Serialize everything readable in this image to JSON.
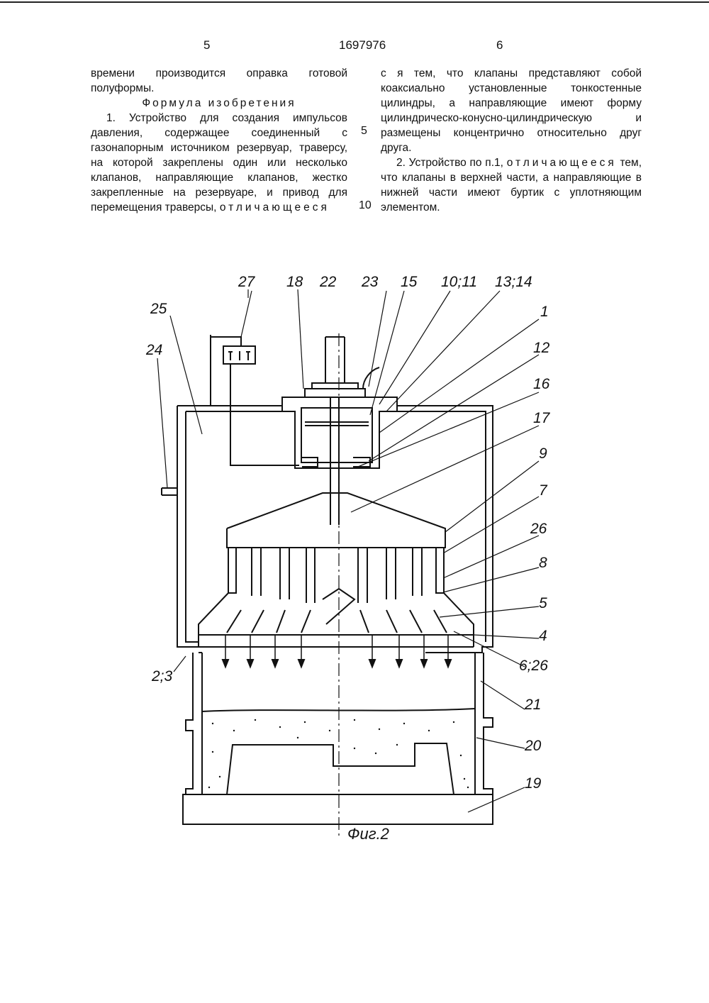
{
  "header": {
    "page_left": "5",
    "patent_number": "1697976",
    "page_right": "6"
  },
  "left_column": {
    "p1": "времени производится оправка готовой полуформы.",
    "heading": "Формула изобретения",
    "p2_main": "1. Устройство для создания импульсов давления, содержащее соединенный с газонапорным источником резервуар, траверсу, на которой закреплены один или несколько клапанов, направляющие клапанов, жестко закрепленные на резервуаре, и привод для перемещения траверсы,",
    "p2_spaced": "отличающееся"
  },
  "right_column": {
    "p1": "с я тем, что клапаны представляют собой коаксиально установленные тонкостенные цилиндры, а направляющие имеют форму цилиндрическо-конусно-цилиндрическую и размещены концентрично относительно друг друга.",
    "p2_start": "2. Устройство по п.1,",
    "p2_spaced": "отличающееся",
    "p2_end": "тем, что клапаны в верхней части, а направляющие в нижней части имеют буртик с уплотняющим элементом."
  },
  "line_numbers": {
    "n5": "5",
    "n10": "10"
  },
  "figure": {
    "caption": "Фиг.2",
    "labels": {
      "l27": "27",
      "l18": "18",
      "l22": "22",
      "l23": "23",
      "l15": "15",
      "l10_11": "10;11",
      "l13_14": "13;14",
      "l1": "1",
      "l12": "12",
      "l16": "16",
      "l17": "17",
      "l9": "9",
      "l7": "7",
      "l26": "26",
      "l8": "8",
      "l5": "5",
      "l4": "4",
      "l6_26": "6;26",
      "l21": "21",
      "l20": "20",
      "l19": "19",
      "l25": "25",
      "l24": "24",
      "l2_3": "2;3"
    }
  }
}
